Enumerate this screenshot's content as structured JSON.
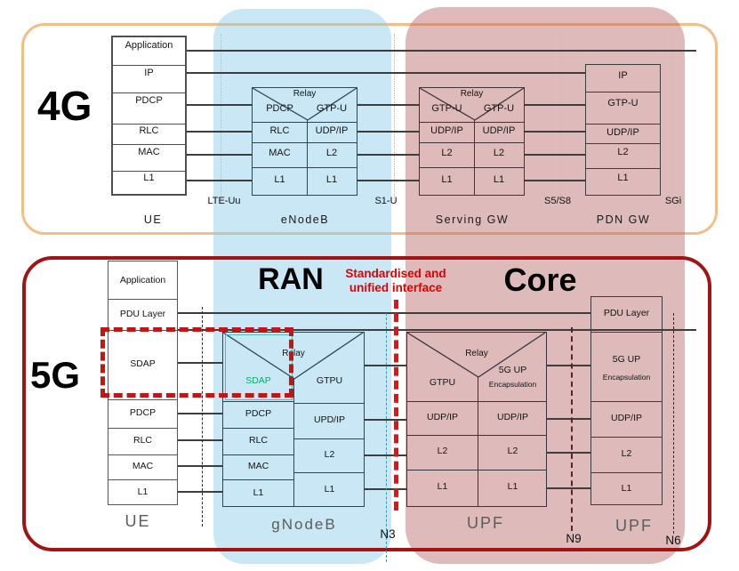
{
  "colors": {
    "ran_band": "#c9e5f5",
    "core_band": "#debab9",
    "panel_4g_border": "#f5bd85",
    "panel_5g_border": "#a01414",
    "callout_red": "#e00000",
    "sdap_green": "#00b265"
  },
  "p4": {
    "title": "4G",
    "ue": {
      "rows": [
        "Application",
        "IP",
        "PDCP",
        "RLC",
        "MAC",
        "L1"
      ]
    },
    "enb": {
      "relay": "Relay",
      "l": [
        "PDCP",
        "RLC",
        "MAC",
        "L1"
      ],
      "r": [
        "GTP-U",
        "UDP/IP",
        "L2",
        "L1"
      ]
    },
    "sgw": {
      "relay": "Relay",
      "l": [
        "GTP-U",
        "UDP/IP",
        "L2",
        "L1"
      ],
      "r": [
        "GTP-U",
        "UDP/IP",
        "L2",
        "L1"
      ]
    },
    "pdn": {
      "rows": [
        "IP",
        "GTP-U",
        "UDP/IP",
        "L2",
        "L1"
      ]
    },
    "if": {
      "lte": "LTE-Uu",
      "s1": "S1-U",
      "s5": "S5/S8",
      "sgi": "SGi"
    },
    "nodes": {
      "ue": "UE",
      "enb": "eNodeB",
      "sgw": "Serving GW",
      "pdn": "PDN GW"
    }
  },
  "p5": {
    "title": "5G",
    "ran": "RAN",
    "core": "Core",
    "call1": "Standardised and",
    "call2": "unified interface",
    "ue": {
      "rows": [
        "Application",
        "PDU Layer",
        "SDAP",
        "PDCP",
        "RLC",
        "MAC",
        "L1"
      ]
    },
    "gnb": {
      "relay": "Relay",
      "l": [
        "SDAP",
        "PDCP",
        "RLC",
        "MAC",
        "L1"
      ],
      "r": [
        "GTPU",
        "UPD/IP",
        "L2",
        "L1"
      ]
    },
    "upf1": {
      "relay": "Relay",
      "l": [
        "GTPU",
        "UDP/IP",
        "L2",
        "L1"
      ],
      "r1a": "5G UP",
      "r1b": "Encapsulation",
      "r": [
        "UDP/IP",
        "L2",
        "L1"
      ]
    },
    "upf2": {
      "row1": "PDU Layer",
      "r2a": "5G UP",
      "r2b": "Encapsulation",
      "rows": [
        "UDP/IP",
        "L2",
        "L1"
      ]
    },
    "if": {
      "n3": "N3",
      "n9": "N9",
      "n6": "N6"
    },
    "nodes": {
      "ue": "UE",
      "gnb": "gNodeB",
      "upf1": "UPF",
      "upf2": "UPF"
    }
  }
}
